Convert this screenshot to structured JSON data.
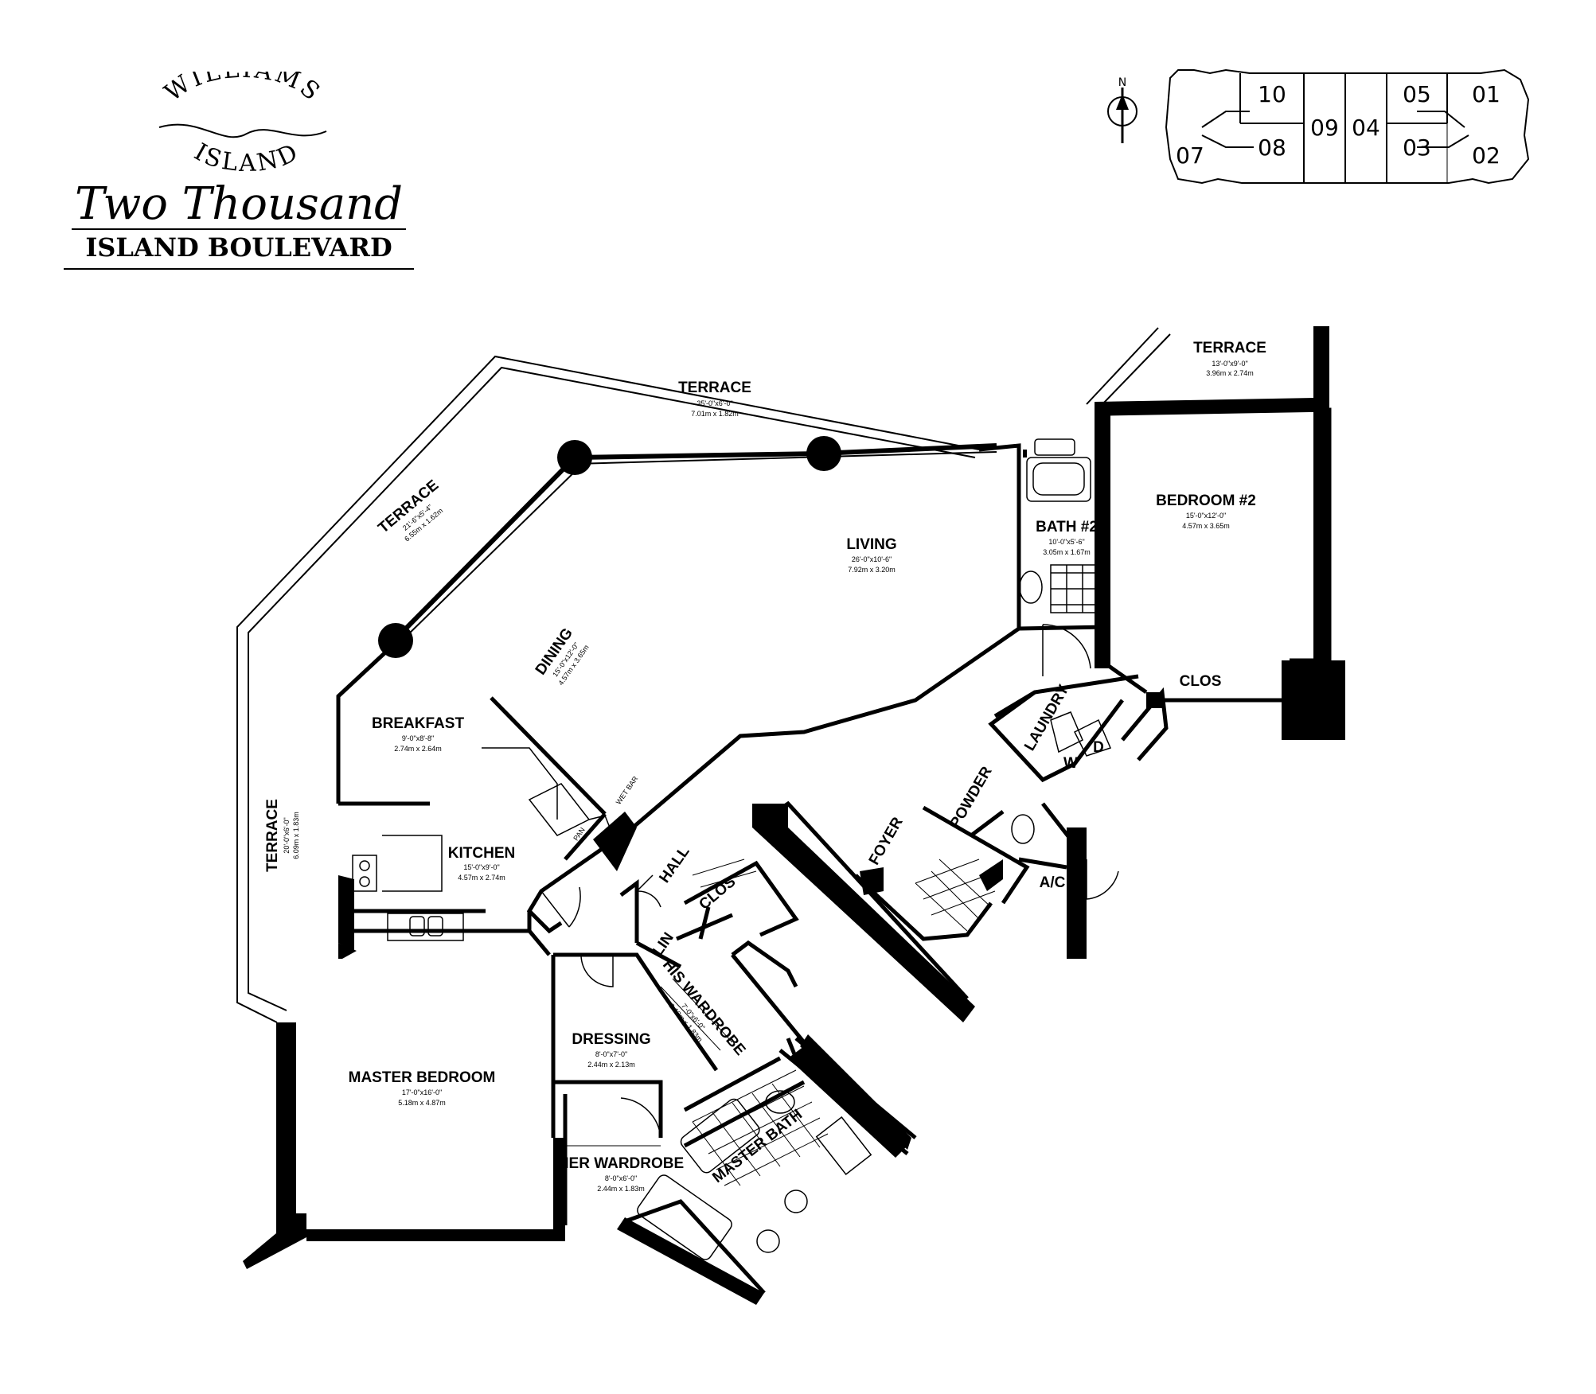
{
  "brand": {
    "arc_top": "WILLIAMS",
    "arc_bottom": "ISLAND",
    "script_title": "Two Thousand",
    "subtitle": "ISLAND BOULEVARD"
  },
  "keyplan": {
    "north_label": "N",
    "units": [
      "10",
      "08",
      "07",
      "09",
      "04",
      "05",
      "03",
      "01",
      "02"
    ]
  },
  "rooms": {
    "terrace_top": {
      "name": "TERRACE",
      "dims": "35'-0\"x6'-0\"",
      "metric": "7.01m x 1.82m"
    },
    "terrace_left": {
      "name": "TERRACE",
      "dims": "21'-6\"x5'-4\"",
      "metric": "6.55m x 1.62m"
    },
    "terrace_west": {
      "name": "TERRACE",
      "dims": "20'-0\"x6'-0\"",
      "metric": "6.09m x 1.83m"
    },
    "terrace_right": {
      "name": "TERRACE",
      "dims": "13'-0\"x9'-0\"",
      "metric": "3.96m x 2.74m"
    },
    "living": {
      "name": "LIVING",
      "dims": "26'-0\"x10'-6\"",
      "metric": "7.92m x 3.20m"
    },
    "dining": {
      "name": "DINING",
      "dims": "15'-0\"x12'-0\"",
      "metric": "4.57m x 3.65m"
    },
    "breakfast": {
      "name": "BREAKFAST",
      "dims": "9'-0\"x8'-8\"",
      "metric": "2.74m x 2.64m"
    },
    "kitchen": {
      "name": "KITCHEN",
      "dims": "15'-0\"x9'-0\"",
      "metric": "4.57m x 2.74m"
    },
    "hall": {
      "name": "HALL"
    },
    "clos_hall": {
      "name": "CLOS"
    },
    "lin": {
      "name": "LIN"
    },
    "pan": {
      "name": "PAN"
    },
    "bedroom2": {
      "name": "BEDROOM #2",
      "dims": "15'-0\"x12'-0\"",
      "metric": "4.57m x 3.65m"
    },
    "bath2": {
      "name": "BATH #2",
      "dims": "10'-0\"x5'-6\"",
      "metric": "3.05m x 1.67m"
    },
    "clos_bed2": {
      "name": "CLOS"
    },
    "laundry": {
      "name": "LAUNDRY",
      "w": "W",
      "d": "D"
    },
    "powder": {
      "name": "POWDER"
    },
    "foyer": {
      "name": "FOYER"
    },
    "ac": {
      "name": "A/C"
    },
    "wet_bar": {
      "name": "WET BAR"
    },
    "his_wardrobe": {
      "name": "HIS WARDROBE",
      "dims": "7'-0\"x6'-0\"",
      "metric": "2.13m x 1.83m"
    },
    "dressing": {
      "name": "DRESSING",
      "dims": "8'-0\"x7'-0\"",
      "metric": "2.44m x 2.13m"
    },
    "master_bedroom": {
      "name": "MASTER BEDROOM",
      "dims": "17'-0\"x16'-0\"",
      "metric": "5.18m x 4.87m"
    },
    "her_wardrobe": {
      "name": "HER WARDROBE",
      "dims": "8'-0\"x6'-0\"",
      "metric": "2.44m x 1.83m"
    },
    "master_bath": {
      "name": "MASTER BATH"
    }
  },
  "colors": {
    "ink": "#000000",
    "paper": "#ffffff"
  }
}
